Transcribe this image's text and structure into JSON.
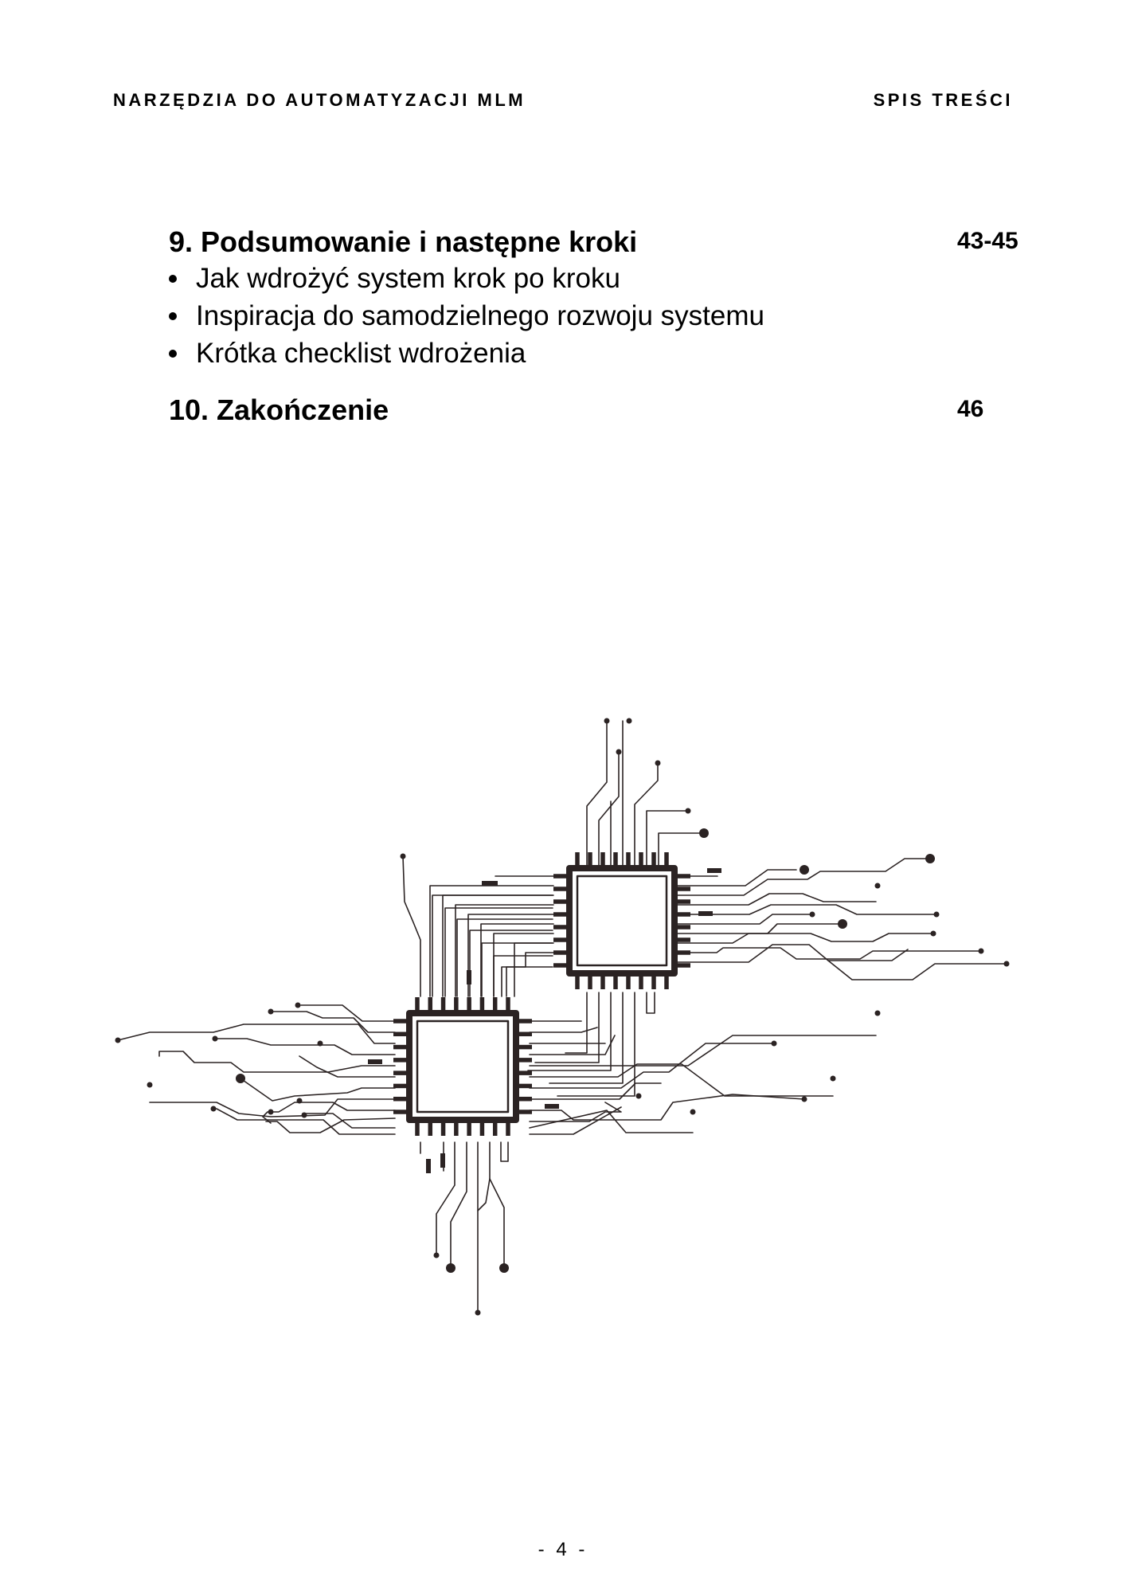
{
  "header": {
    "left": "NARZĘDZIA DO AUTOMATYZACJI MLM",
    "right": "SPIS TREŚCI"
  },
  "toc": {
    "sections": [
      {
        "title": "9. Podsumowanie i następne kroki",
        "pages": "43-45",
        "items": [
          "Jak wdrożyć system krok po kroku",
          "Inspiracja do samodzielnego rozwoju systemu",
          "Krótka checklist wdrożenia"
        ]
      },
      {
        "title": "10. Zakończenie",
        "pages": "46",
        "items": []
      }
    ]
  },
  "illustration": {
    "name": "circuit-board-chips-illustration",
    "color": "#2b2323"
  },
  "footer": {
    "page_number": "- 4 -"
  }
}
